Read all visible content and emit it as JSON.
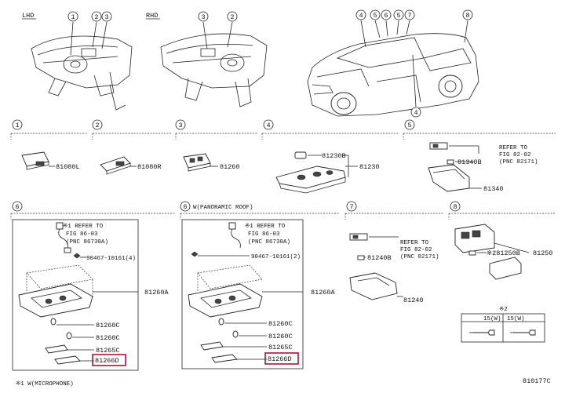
{
  "header": {
    "lhd_label": "LHD",
    "rhd_label": "RHD"
  },
  "callouts": {
    "lhd": [
      "1",
      "2",
      "3"
    ],
    "rhd": [
      "3",
      "2"
    ],
    "car": [
      "4",
      "5",
      "6",
      "5",
      "7",
      "8",
      "4"
    ]
  },
  "sections": {
    "s1": {
      "marker": "1",
      "part": "81080L"
    },
    "s2": {
      "marker": "2",
      "part": "81080R"
    },
    "s3": {
      "marker": "3",
      "part": "81260"
    },
    "s4": {
      "marker": "4",
      "part_top": "81230B",
      "part_main": "81230"
    },
    "s5": {
      "marker": "5",
      "refer_lines": [
        "REFER TO",
        "FIG 82-02",
        "(PNC 82171)"
      ],
      "part_sub": "81340B",
      "part_main": "81340"
    },
    "s6a": {
      "marker": "6",
      "refer_lines": [
        "※1 REFER TO",
        "FIG 86-03",
        "(PNC 86730A)"
      ],
      "screw": "90467-10161(4)",
      "main": "81260A",
      "parts": [
        "81260C",
        "81260C",
        "81265C",
        "81266D"
      ],
      "footnote": "※1 W(MICROPHONE)"
    },
    "s6b": {
      "marker": "6",
      "header": "W(PANORAMIC ROOF)",
      "refer_lines": [
        "※1 REFER TO",
        "FIG 86-03",
        "(PNC 86730A)"
      ],
      "screw": "90467-10161(2)",
      "main": "81260A",
      "parts": [
        "81260C",
        "81260C",
        "81265C",
        "81266D"
      ]
    },
    "s7": {
      "marker": "7",
      "refer_lines": [
        "REFER TO",
        "FIG 82-02",
        "(PNC 82171)"
      ],
      "part_sub": "81240B",
      "part_main": "81240"
    },
    "s8": {
      "marker": "8",
      "part_sub": "※281250B",
      "part_main": "81250"
    }
  },
  "bulb_table": {
    "note": "※2",
    "headers": [
      "15(W)",
      "15(W)"
    ]
  },
  "figure_code": "810177C",
  "colors": {
    "highlight": "#b0103a",
    "line": "#222222"
  }
}
